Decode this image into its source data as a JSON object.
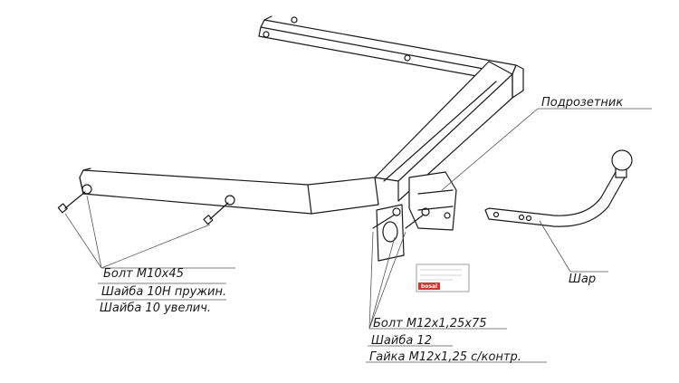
{
  "labels": {
    "left": [
      "Болт М10х45",
      "Шайба 10Н пружин.",
      "Шайба 10 увелич."
    ],
    "bottom": [
      "Болт М12х1,25х75",
      "Шайба 12",
      "Гайка М12х1,25 с/контр."
    ],
    "socket_plate": "Подрозетник",
    "ball": "Шар"
  },
  "nameplate": {
    "brand": "bosal"
  },
  "colors": {
    "line": "#1a1a1a",
    "leader": "#555555",
    "brand": "#d8322a"
  }
}
